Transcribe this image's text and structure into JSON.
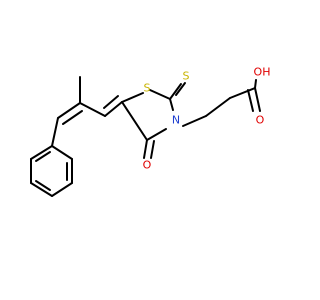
{
  "molecule": {
    "atoms": {
      "S_ring": {
        "text": "S",
        "color": "#c8b400"
      },
      "S_thione": {
        "text": "S",
        "color": "#c8b400"
      },
      "N": {
        "text": "N",
        "color": "#1f3fd0"
      },
      "O_keto": {
        "text": "O",
        "color": "#e00000"
      },
      "O_acid": {
        "text": "O",
        "color": "#e00000"
      },
      "OH": {
        "text": "OH",
        "color": "#e00000"
      }
    },
    "bond_color": "#000000",
    "background": "#ffffff"
  }
}
